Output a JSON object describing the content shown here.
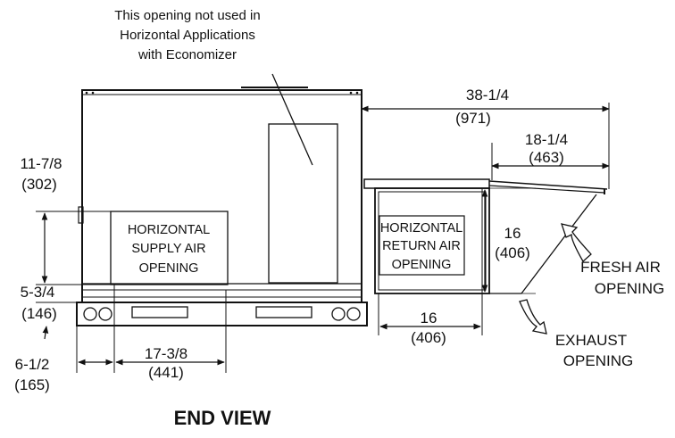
{
  "note": {
    "line1": "This opening not used in",
    "line2": "Horizontal Applications",
    "line3": "with Economizer"
  },
  "title": "END VIEW",
  "openings": {
    "supply": [
      "HORIZONTAL",
      "SUPPLY AIR",
      "OPENING"
    ],
    "return": [
      "HORIZONTAL",
      "RETURN AIR",
      "OPENING"
    ],
    "fresh": [
      "FRESH  AIR",
      "OPENING"
    ],
    "exhaust": [
      "EXHAUST",
      "OPENING"
    ]
  },
  "dimensions": {
    "overall_width": [
      "38-1/4",
      "(971)"
    ],
    "hood_depth": [
      "18-1/4",
      "(463)"
    ],
    "supply_top": [
      "11-7/8",
      "(302)"
    ],
    "return_height": [
      "16",
      "(406)"
    ],
    "supply_bottom": [
      "5-3/4",
      "(146)"
    ],
    "return_width": [
      "16",
      "(406)"
    ],
    "supply_left": [
      "6-1/2",
      "(165)"
    ],
    "supply_width": [
      "17-3/8",
      "(441)"
    ]
  }
}
